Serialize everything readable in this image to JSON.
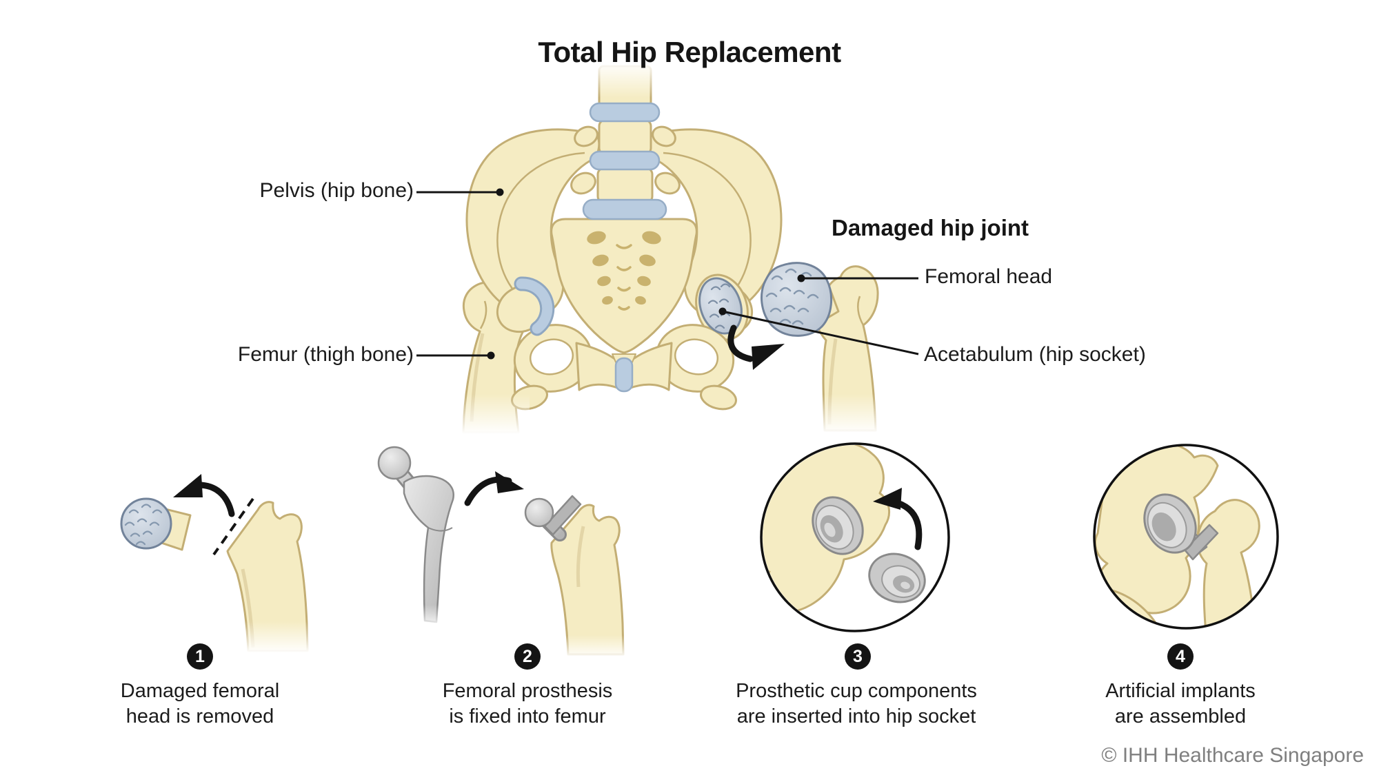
{
  "title": "Total Hip Replacement",
  "diagram": {
    "labels": {
      "pelvis": "Pelvis (hip bone)",
      "femur": "Femur (thigh bone)",
      "damaged_hip_joint": "Damaged hip joint",
      "femoral_head": "Femoral head",
      "acetabulum": "Acetabulum (hip socket)"
    }
  },
  "steps": [
    {
      "number": "1",
      "caption_line1": "Damaged femoral",
      "caption_line2": "head is removed"
    },
    {
      "number": "2",
      "caption_line1": "Femoral prosthesis",
      "caption_line2": "is fixed into femur"
    },
    {
      "number": "3",
      "caption_line1": "Prosthetic cup components",
      "caption_line2": "are inserted into hip socket"
    },
    {
      "number": "4",
      "caption_line1": "Artificial implants",
      "caption_line2": "are assembled"
    }
  ],
  "footer": {
    "copyright": "© IHH Healthcare Singapore"
  },
  "colors": {
    "bone": "#F5ECC3",
    "bone_outline": "#C3AE74",
    "cartilage_blue": "#B9CCE0",
    "damaged_grey": "#C3CDD9",
    "prosthesis_grey": "#C6C6C6",
    "arrow_black": "#141414",
    "text": "#1B1B1B",
    "copyright_grey": "#7F7F7F"
  }
}
